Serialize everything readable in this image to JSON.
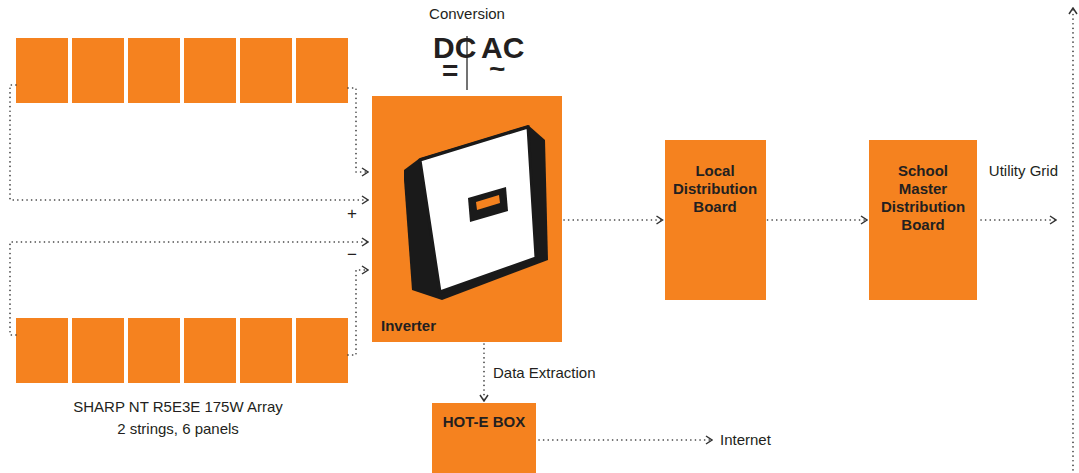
{
  "diagram": {
    "nodes": [
      {
        "text": [
          "Inverter"
        ]
      },
      {
        "text": [
          "Local Distribution Board"
        ]
      },
      {
        "text": [
          "School Master Distribution Board"
        ]
      },
      {
        "text": [
          "HOT-E BOX"
        ]
      }
    ],
    "edges": [
      {
        "from": 0,
        "to": 1,
        "arrow": "to"
      },
      {
        "from": 1,
        "to": 2,
        "arrow": "to"
      },
      {
        "from": 0,
        "to": 3,
        "arrow": "to",
        "label": "Data Extraction"
      }
    ],
    "labels": [
      "Conversion",
      "DC",
      "=",
      "AC",
      "~",
      "+",
      "−",
      "Utility Grid",
      "Internet",
      "SHARP NT R5E3E 175W Array",
      "2 strings, 6 panels"
    ]
  }
}
